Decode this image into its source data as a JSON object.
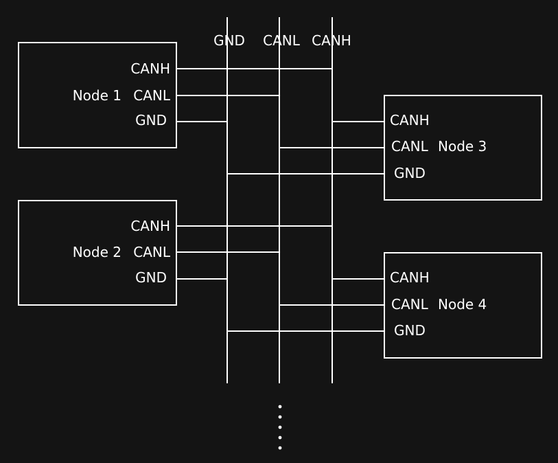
{
  "bus": {
    "gnd_label": "GND",
    "canl_label": "CANL",
    "canh_label": "CANH"
  },
  "nodes": [
    {
      "name": "Node 1",
      "pin_canh": "CANH",
      "pin_canl": "CANL",
      "pin_gnd": "GND"
    },
    {
      "name": "Node 2",
      "pin_canh": "CANH",
      "pin_canl": "CANL",
      "pin_gnd": "GND"
    },
    {
      "name": "Node 3",
      "pin_canh": "CANH",
      "pin_canl": "CANL",
      "pin_gnd": "GND"
    },
    {
      "name": "Node 4",
      "pin_canh": "CANH",
      "pin_canl": "CANL",
      "pin_gnd": "GND"
    }
  ],
  "continuation": "⋮"
}
